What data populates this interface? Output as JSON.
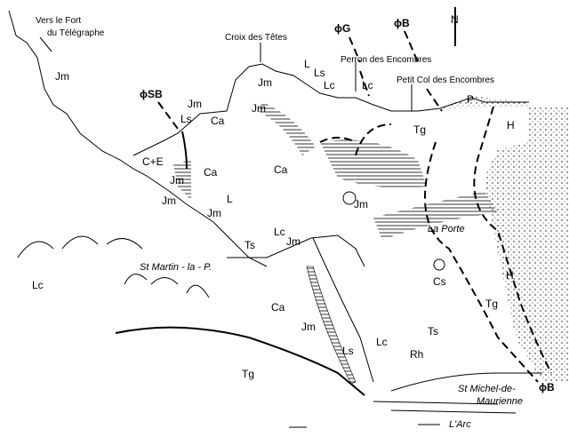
{
  "title_labels": {
    "fort_line1": "Vers le Fort",
    "fort_line2": "du Télégraphe",
    "croix": "Croix des Têtes",
    "perron": "Perron des Encombres",
    "petit_col": "Petit Col des Encombres",
    "north": "N",
    "st_martin": "St Martin - la - P.",
    "la_porte": "La Porte",
    "st_michel_1": "St Michel-de-",
    "st_michel_2": "Maurienne",
    "arc": "L'Arc"
  },
  "faults": {
    "sb": "ϕSB",
    "g": "ϕG",
    "b_top": "ϕB",
    "b_bottom": "ϕB"
  },
  "units": {
    "jm_fort": "Jm",
    "jm_a": "Jm",
    "ls_a": "Ls",
    "ca_a": "Ca",
    "ce": "C+E",
    "ca_b": "Ca",
    "jm_b": "Jm",
    "jm_c": "Jm",
    "jm_top1": "Jm",
    "jm_top2": "Jm",
    "l_top": "L",
    "ls_top": "Ls",
    "lc_top1": "Lc",
    "lc_top2": "Lc",
    "p": "P",
    "tg_top": "Tg",
    "h_top": "H",
    "ca_c": "Ca",
    "jm_mid": "Jm",
    "l_mid": "L",
    "jm_d": "Jm",
    "ts_mid": "Ts",
    "lc_mid": "Lc",
    "jm_e": "Jm",
    "cs": "Cs",
    "h_right": "H",
    "tg_right": "Tg",
    "ts_right": "Ts",
    "lc_low": "Lc",
    "rh": "Rh",
    "lc_left": "Lc",
    "ca_low": "Ca",
    "jm_low": "Jm",
    "ls_low": "Ls",
    "tg_bottom": "Tg"
  }
}
